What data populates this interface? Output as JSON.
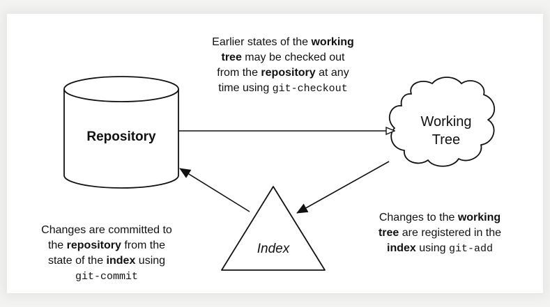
{
  "nodes": {
    "repository": "Repository",
    "working_tree_line1": "Working",
    "working_tree_line2": "Tree",
    "index": "Index"
  },
  "annotations": {
    "checkout": {
      "l1_a": "Earlier states of the ",
      "l1_b": "working",
      "l2_a": "tree",
      "l2_b": " may be checked out",
      "l3_a": "from the ",
      "l3_b": "repository",
      "l3_c": " at any",
      "l4_a": "time using ",
      "l4_code": "git-checkout"
    },
    "add": {
      "l1_a": "Changes to the ",
      "l1_b": "working",
      "l2_a": "tree",
      "l2_b": " are registered in the",
      "l3_a": "index",
      "l3_b": " using ",
      "l3_code": "git-add"
    },
    "commit": {
      "l1": "Changes are committed to",
      "l2_a": "the ",
      "l2_b": "repository",
      "l2_c": " from the",
      "l3_a": "state of the ",
      "l3_b": "index",
      "l3_c": " using",
      "l4_code": "git-commit"
    }
  },
  "colors": {
    "stroke": "#111111",
    "fill": "#ffffff",
    "background": "#f3f3f2"
  }
}
